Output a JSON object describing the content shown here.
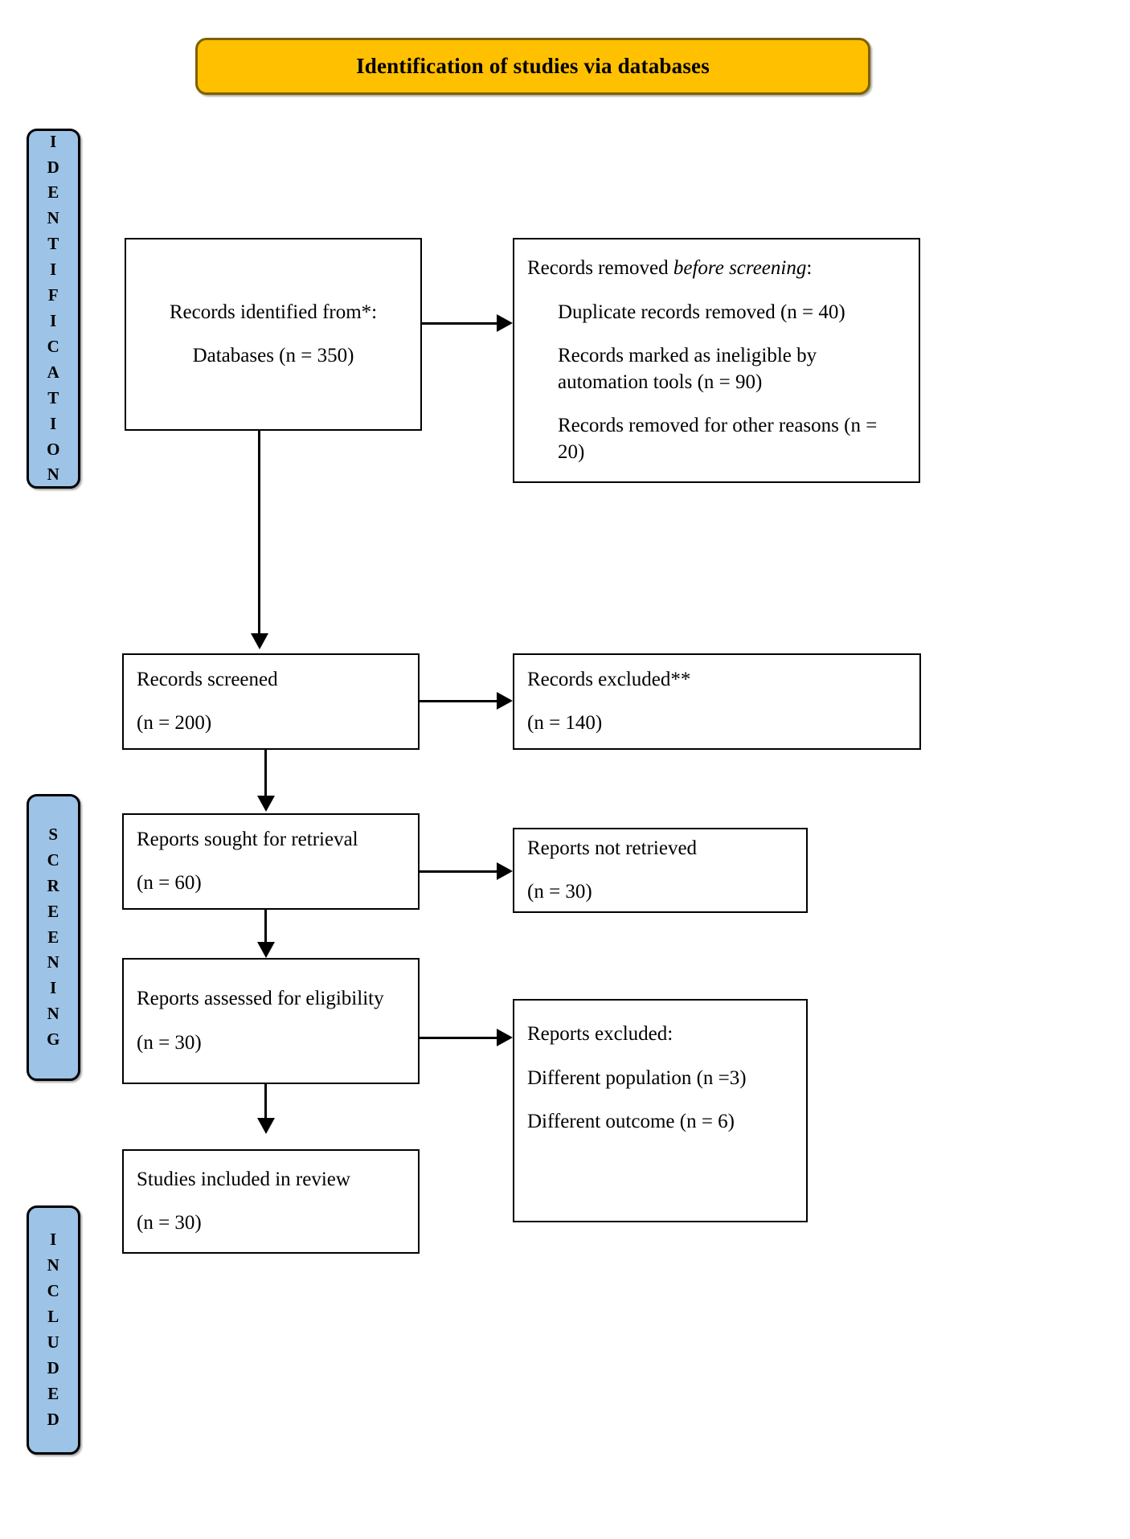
{
  "banner": {
    "title": "Identification of studies via databases"
  },
  "stages": [
    {
      "id": "identification",
      "label": "IDENTIFICATION"
    },
    {
      "id": "screening",
      "label": "SCREENING"
    },
    {
      "id": "included",
      "label": "INCLUDED"
    }
  ],
  "boxes": {
    "identified": {
      "line1": "Records identified from*:",
      "line2": "Databases (n = 350)"
    },
    "removed": {
      "heading_prefix": "Records removed ",
      "heading_italic": "before screening",
      "heading_suffix": ":",
      "item1": "Duplicate records removed (n = 40)",
      "item2": "Records marked as ineligible by automation tools (n = 90)",
      "item3": "Records removed for other reasons (n = 20)"
    },
    "screened": {
      "line1": "Records screened",
      "line2": "(n = 200)"
    },
    "excluded": {
      "line1": "Records excluded**",
      "line2": "(n = 140)"
    },
    "sought": {
      "line1": "Reports sought for retrieval",
      "line2": "(n = 60)"
    },
    "not_retrieved": {
      "line1": "Reports not retrieved",
      "line2": "(n = 30)"
    },
    "assessed": {
      "line1": "Reports assessed for eligibility",
      "line2": "(n = 30)"
    },
    "reports_excluded": {
      "line1": "Reports excluded:",
      "line2": "Different population (n =3)",
      "line3": "Different outcome (n = 6)"
    },
    "studies_included": {
      "line1": "Studies included in review",
      "line2": "(n = 30)"
    }
  },
  "colors": {
    "banner_fill": "#FFC000",
    "banner_border": "#7F6000",
    "stage_fill": "#9DC3E6",
    "stage_border": "#000000",
    "box_border": "#000000",
    "text": "#000000"
  }
}
